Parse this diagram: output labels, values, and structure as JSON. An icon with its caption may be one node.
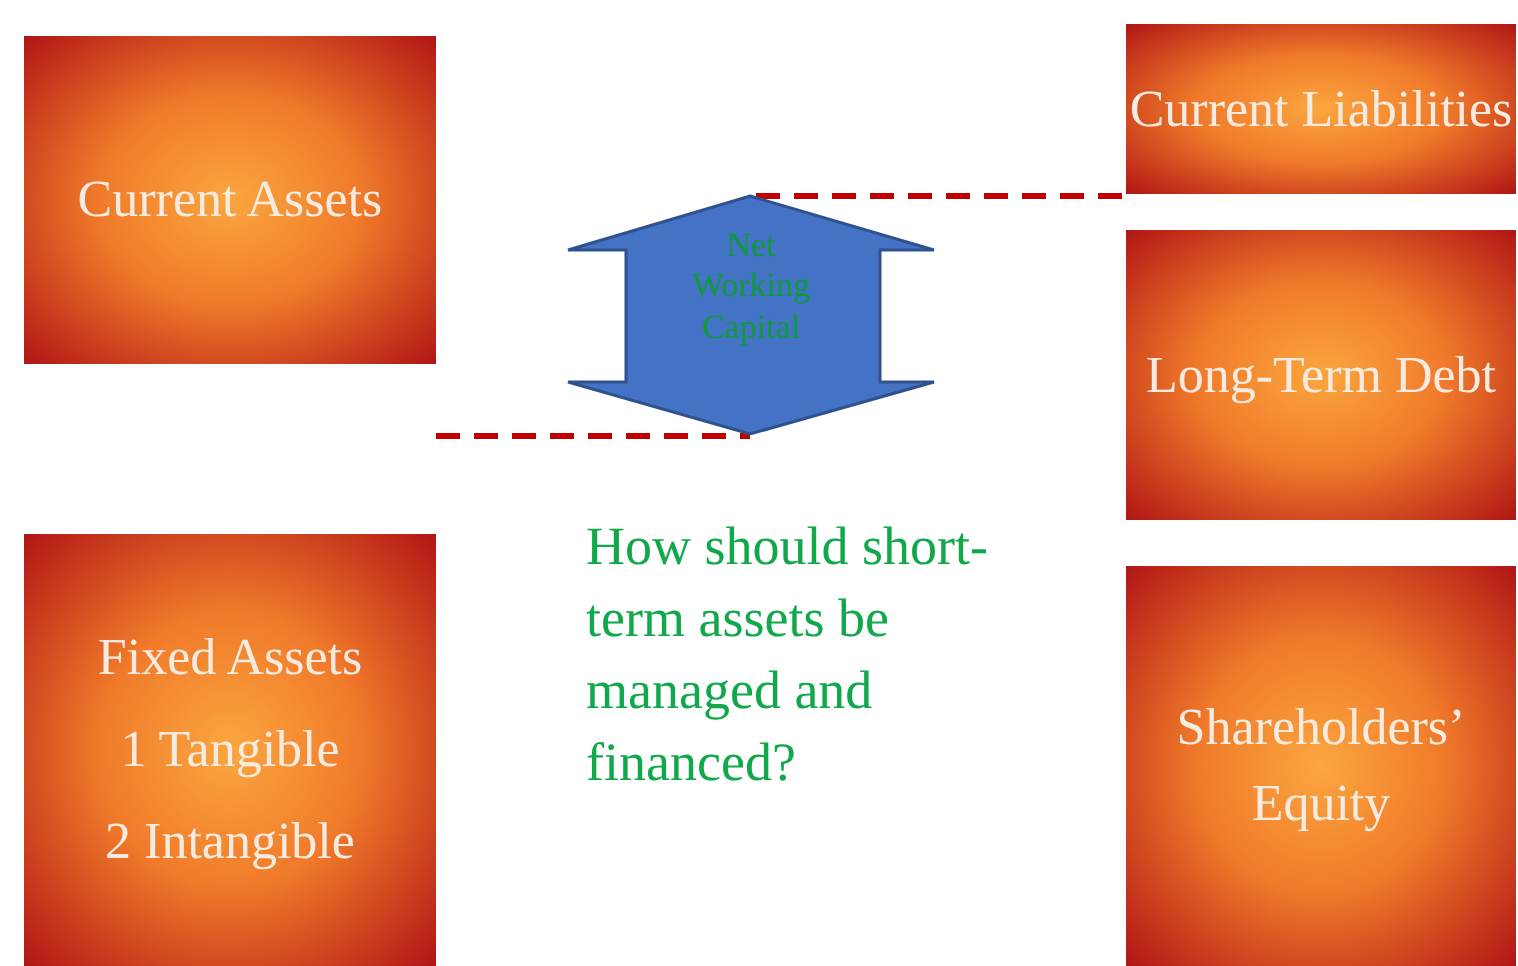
{
  "diagram": {
    "nodes": [
      {
        "text": [
          "Current Assets"
        ]
      },
      {
        "text": [
          "Fixed Assets",
          "1 Tangible",
          "2 Intangible"
        ]
      },
      {
        "text": [
          "Net Working Capital"
        ]
      },
      {
        "text": [
          "Current Liabilities"
        ]
      },
      {
        "text": [
          "Long-Term Debt"
        ]
      },
      {
        "text": [
          "Shareholders’ Equity"
        ]
      }
    ],
    "labels": [
      "How should short-term assets be managed and financed?"
    ]
  }
}
